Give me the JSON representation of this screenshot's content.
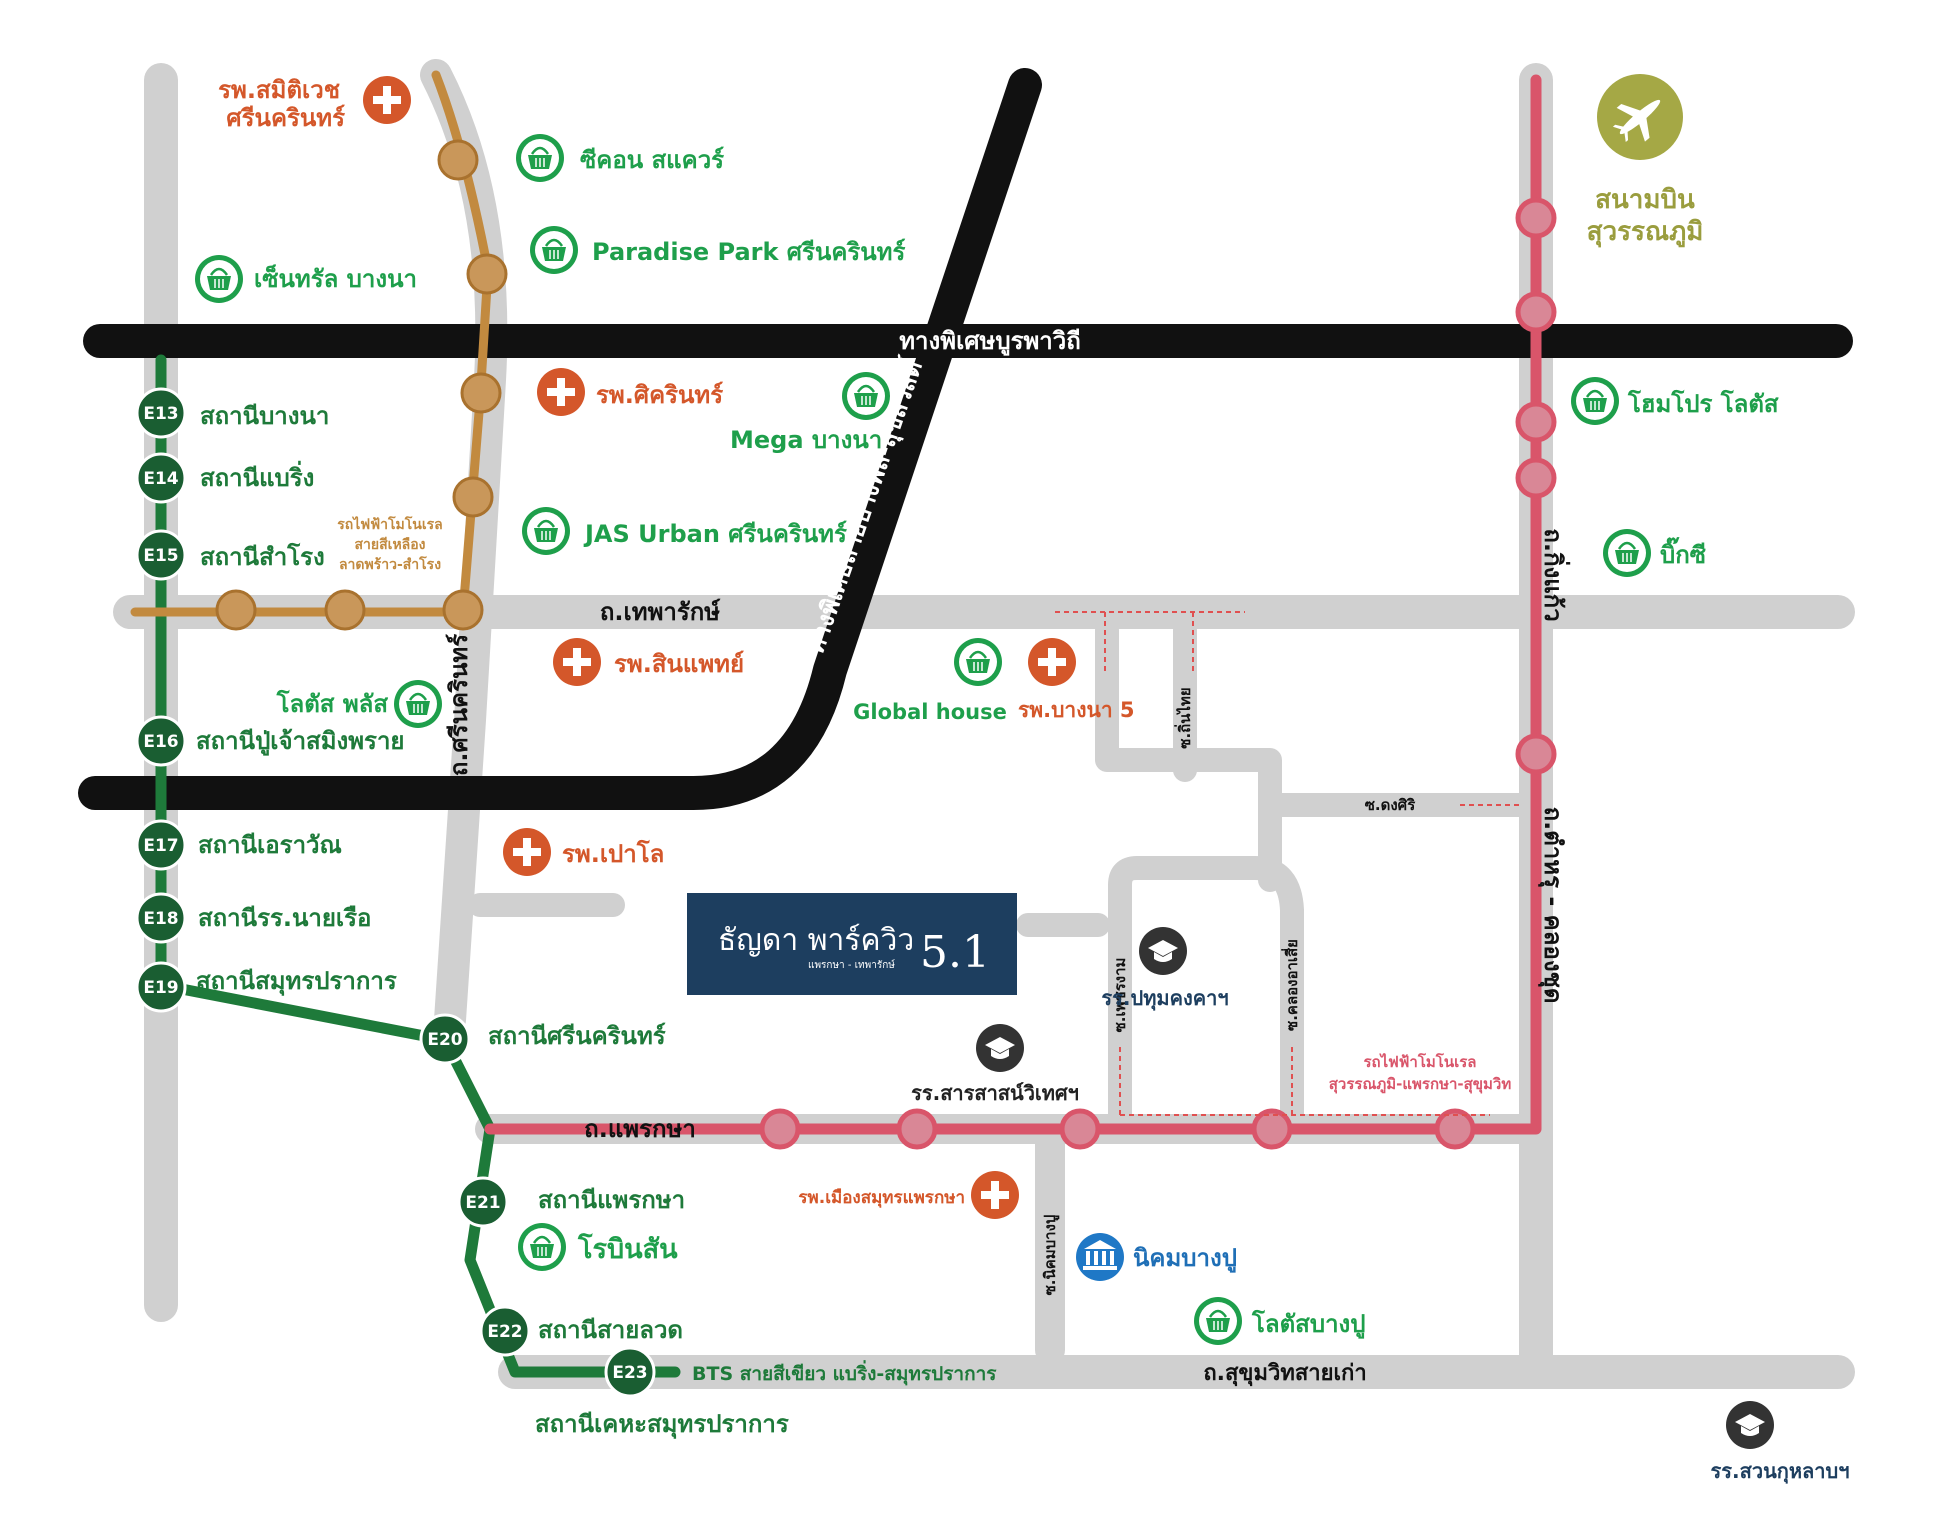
{
  "colors": {
    "road": "#d0d0d0",
    "expressway": "#111111",
    "green_line": "#1e7a3a",
    "yellow_line": "#c28a3f",
    "pink_line": "#d9556a",
    "shop_green": "#1e9f4b",
    "hospital_orange": "#d4572a",
    "project_box": "#1d3e5f",
    "airport_olive": "#a5a845",
    "school_dark": "#333333",
    "temple_blue": "#1f78c6"
  },
  "project": {
    "name": "ธัญดา พาร์ควิว",
    "number": "5.1",
    "subtitle": "แพรกษา - เทพารักษ์"
  },
  "roads": {
    "burapha": "ทางพิเศษบูรพาวิถี",
    "bangphli_expressway": "ทางพิเศษสายบางพลี-สุขสวัสดิ์",
    "theparak": "ถ.เทพารักษ์",
    "srinakarin": "ถ.ศรีนครินทร์",
    "kingkaew": "ถ.กิ่งแก้ว",
    "tamru": "ถ.ตำหรุ - คลองชุด",
    "praeksa": "ถ.แพรกษา",
    "sukhumvit_old": "ถ.สุขุมวิทสายเก่า",
    "soi_thintai": "ซ.ถิ่นไทย",
    "soi_dongsiri": "ซ.ดงศิริ",
    "soi_phetcharam": "ซ.เพชรงาม",
    "soi_khlongchuae": "ซ.คลองอาเสี่ย",
    "soi_nikhom": "ซ.นิคมบางปู"
  },
  "green_line": {
    "stations": [
      {
        "code": "E13",
        "name": "สถานีบางนา"
      },
      {
        "code": "E14",
        "name": "สถานีแบริ่ง"
      },
      {
        "code": "E15",
        "name": "สถานีสำโรง"
      },
      {
        "code": "E16",
        "name": "สถานีปู่เจ้าสมิงพราย"
      },
      {
        "code": "E17",
        "name": "สถานีเอราวัณ"
      },
      {
        "code": "E18",
        "name": "สถานีรร.นายเรือ"
      },
      {
        "code": "E19",
        "name": "สถานีสมุทรปราการ"
      },
      {
        "code": "E20",
        "name": "สถานีศรีนครินทร์"
      },
      {
        "code": "E21",
        "name": "สถานีแพรกษา"
      },
      {
        "code": "E22",
        "name": "สถานีสายลวด"
      },
      {
        "code": "E23",
        "name": "สถานีเคหะสมุทรปราการ"
      }
    ],
    "label": "BTS สายสีเขียว แบริ่ง-สมุทรปราการ"
  },
  "yellow_line": {
    "label_lines": [
      "รถไฟฟ้าโมโนเรล",
      "สายสีเหลือง",
      "ลาดพร้าว-สำโรง"
    ]
  },
  "pink_line": {
    "label_lines": [
      "รถไฟฟ้าโมโนเรล",
      "สุวรรณภูมิ-แพรกษา-สุขุมวิท"
    ]
  },
  "hospitals": {
    "samitivej_l1": "รพ.สมิติเวช",
    "samitivej_l2": "ศรีนครินทร์",
    "sikarin": "รพ.ศิครินทร์",
    "sinphat": "รพ.สินแพทย์",
    "bangna5": "รพ.บางนา 5",
    "paolo": "รพ.เปาโล",
    "muang": "รพ.เมืองสมุทรแพรกษา"
  },
  "shops": {
    "seacon": "ซีคอน สแควร์",
    "paradise": "Paradise Park ศรีนครินทร์",
    "central": "เซ็นทรัล บางนา",
    "mega": "Mega บางนา",
    "jas": "JAS Urban ศรีนครินทร์",
    "lotus_plus": "โลตัส พลัส",
    "global": "Global house",
    "homepro": "โฮมโปร โลตัส",
    "bigc": "บิ๊กซี",
    "robinson": "โรบินสัน",
    "lotus_bangpoo": "โลตัสบางปู"
  },
  "schools": {
    "sarasas": "รร.สารสาสน์วิเทศฯ",
    "pathum": "รร.ปทุมคงคาฯ",
    "suankularb": "รร.สวนกุหลาบฯ"
  },
  "places": {
    "nikhom": "นิคมบางปู",
    "airport_l1": "สนามบิน",
    "airport_l2": "สุวรรณภูมิ"
  },
  "icons": {
    "shop": "basket-icon",
    "hospital": "plus-icon",
    "school": "graduation-cap-icon",
    "airport": "airplane-icon",
    "industrial": "building-icon"
  }
}
